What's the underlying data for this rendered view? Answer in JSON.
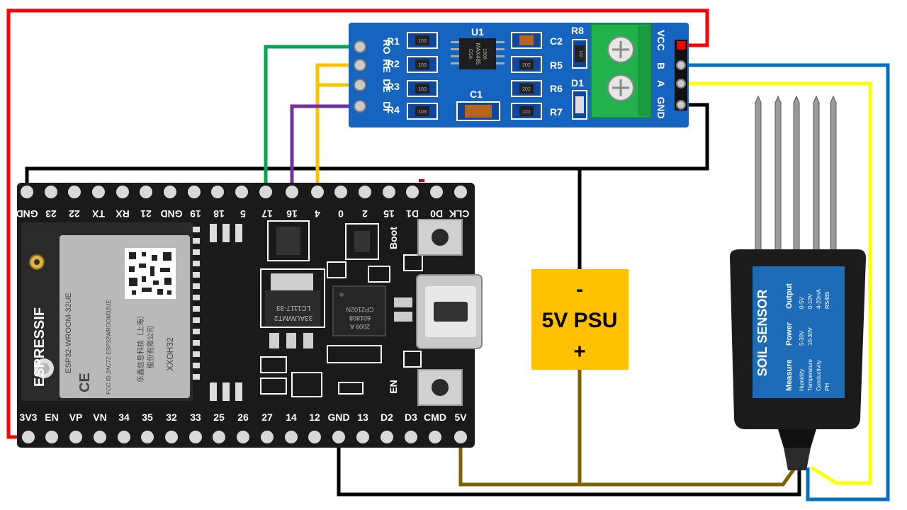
{
  "colors": {
    "wire_red": "#ff0000",
    "wire_black": "#000000",
    "wire_green": "#00a651",
    "wire_purple": "#7030a0",
    "wire_yellow": "#ffc000",
    "wire_sensor_yellow": "#ffff00",
    "wire_blue": "#0070c0",
    "wire_brown": "#7f6000",
    "psu_fill": "#ffc000",
    "rs485_board": "#1565c0",
    "terminal_block": "#22b14c",
    "esp_board": "#1a1a1a",
    "sensor_body": "#1b1b1b",
    "sensor_label": "#1e6bb8"
  },
  "psu": {
    "minus": "-",
    "title": "5V PSU",
    "plus": "+"
  },
  "rs485": {
    "chip": "U1",
    "chip_markings": [
      "MAX485",
      "CSA",
      "1909"
    ],
    "left_pins": [
      "RO",
      "RE",
      "DE",
      "DI"
    ],
    "right_pins": [
      "VCC",
      "B",
      "A",
      "GND"
    ],
    "resistors_left": [
      "R1",
      "R2",
      "R3",
      "R4"
    ],
    "resistors_left_codes": [
      "103",
      "103",
      "103",
      "103"
    ],
    "resistors_right": [
      "C2",
      "R5",
      "R6",
      "R7"
    ],
    "resistors_right_codes": [
      "",
      "202",
      "202",
      "121"
    ],
    "r8": "R8",
    "r8_code": "102",
    "d1": "D1",
    "c1": "C1"
  },
  "esp32": {
    "top_pins": [
      "GND",
      "23",
      "22",
      "TX",
      "RX",
      "21",
      "GND",
      "19",
      "18",
      "5",
      "17",
      "16",
      "4",
      "0",
      "2",
      "15",
      "D1",
      "D0",
      "CLK"
    ],
    "bottom_pins": [
      "3V3",
      "EN",
      "VP",
      "VN",
      "34",
      "35",
      "32",
      "33",
      "25",
      "26",
      "27",
      "14",
      "12",
      "GND",
      "13",
      "D2",
      "D3",
      "CMD",
      "5V"
    ],
    "module_brand": "ESPRESSIF",
    "module_model": "ESP32-WROOM-32UE",
    "module_id": "XXOH32",
    "module_fcc": "FCC ID:2AC7Z-ESP32WROOM32UE",
    "module_cn1": "乐鑫信息科技（上海）",
    "module_cn2": "股份有限公司",
    "ce": "CE",
    "boot_label": "Boot",
    "en_label": "EN",
    "regulator": [
      "LC1117-33",
      "33AUWMT2"
    ],
    "usb_chip": [
      "CP2102N",
      "601808",
      "2009 A"
    ]
  },
  "sensor": {
    "title": "SOIL SENSOR",
    "power_header": "Power",
    "output_header": "Output",
    "measure_header": "Measure",
    "power_options": [
      "5-30V",
      "10-30V"
    ],
    "output_options": [
      "0-5V",
      "0-10V",
      "4-20mA",
      "RS485"
    ],
    "measure_options": [
      "Humidity",
      "Temperature",
      "Conductivity",
      "PH"
    ]
  }
}
